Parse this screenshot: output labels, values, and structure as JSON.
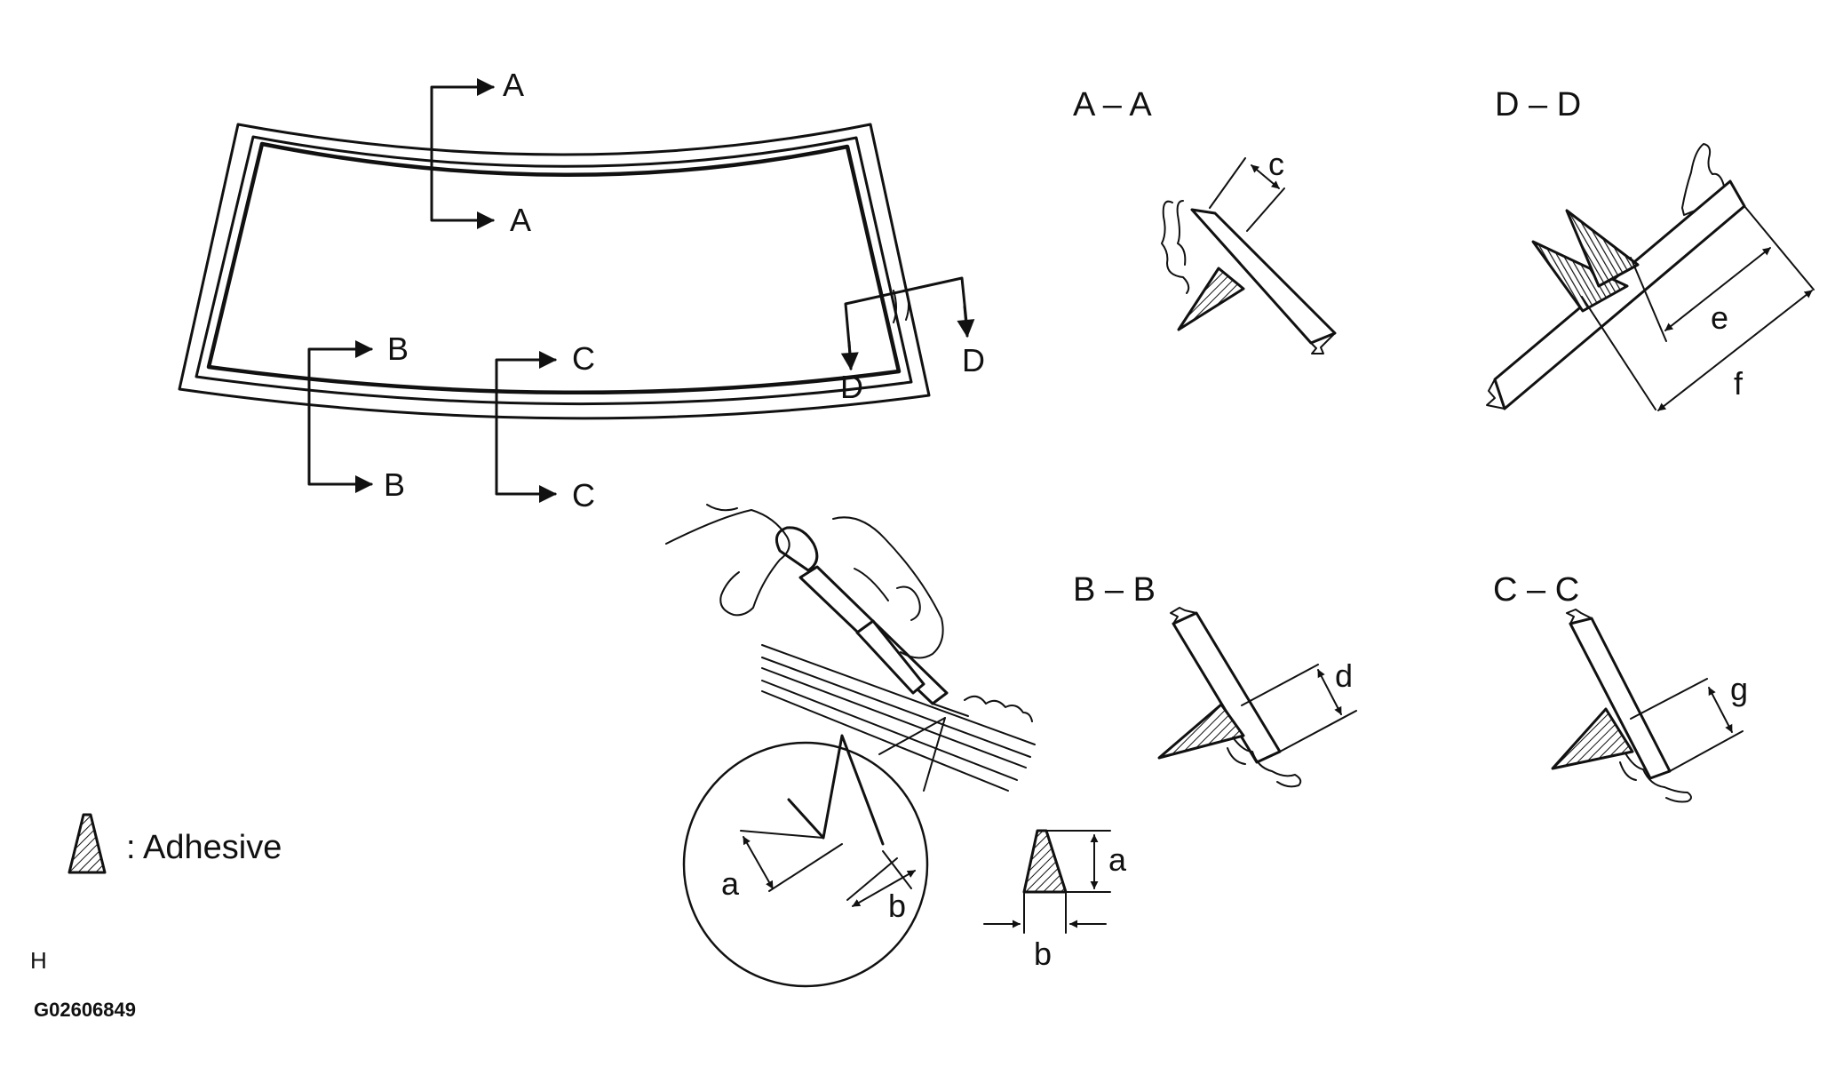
{
  "figure_id": "G02606849",
  "corner_mark": "H",
  "legend": {
    "icon": "adhesive-hatch-icon",
    "text": ": Adhesive"
  },
  "section_markers": {
    "a_top": "A",
    "a_bottom": "A",
    "b_top": "B",
    "b_bottom": "B",
    "c_top": "C",
    "c_bottom": "C",
    "d_left": "D",
    "d_right": "D"
  },
  "section_titles": {
    "aa": "A – A",
    "dd": "D – D",
    "bb": "B – B",
    "cc": "C – C"
  },
  "dimensions": {
    "c": "c",
    "d": "d",
    "e": "e",
    "f": "f",
    "g": "g",
    "detail_a": "a",
    "detail_b": "b",
    "profile_a": "a",
    "profile_b": "b"
  }
}
